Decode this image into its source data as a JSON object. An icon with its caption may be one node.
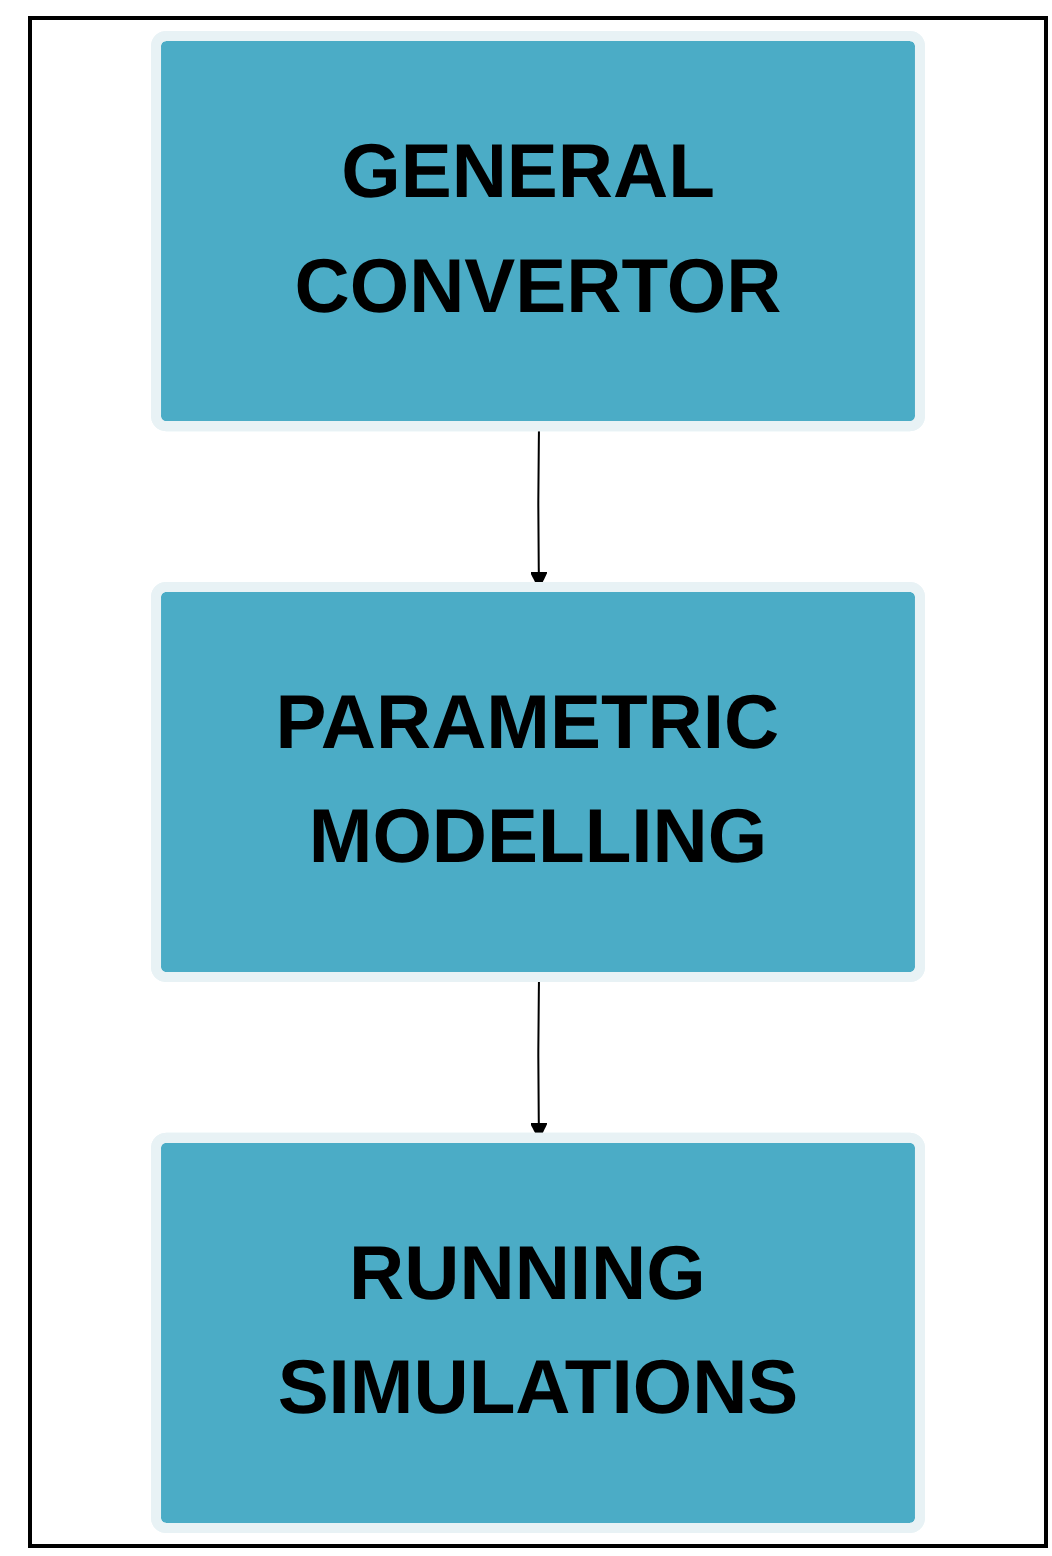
{
  "diagram": {
    "nodes": [
      {
        "text": [
          "GENERAL CONVERTOR"
        ]
      },
      {
        "text": [
          "PARAMETRIC MODELLING"
        ]
      },
      {
        "text": [
          "RUNNING SIMULATIONS"
        ]
      }
    ],
    "edges": [
      {
        "from": 0,
        "to": 1,
        "arrow": "to"
      },
      {
        "from": 1,
        "to": 2,
        "arrow": "to"
      }
    ]
  }
}
